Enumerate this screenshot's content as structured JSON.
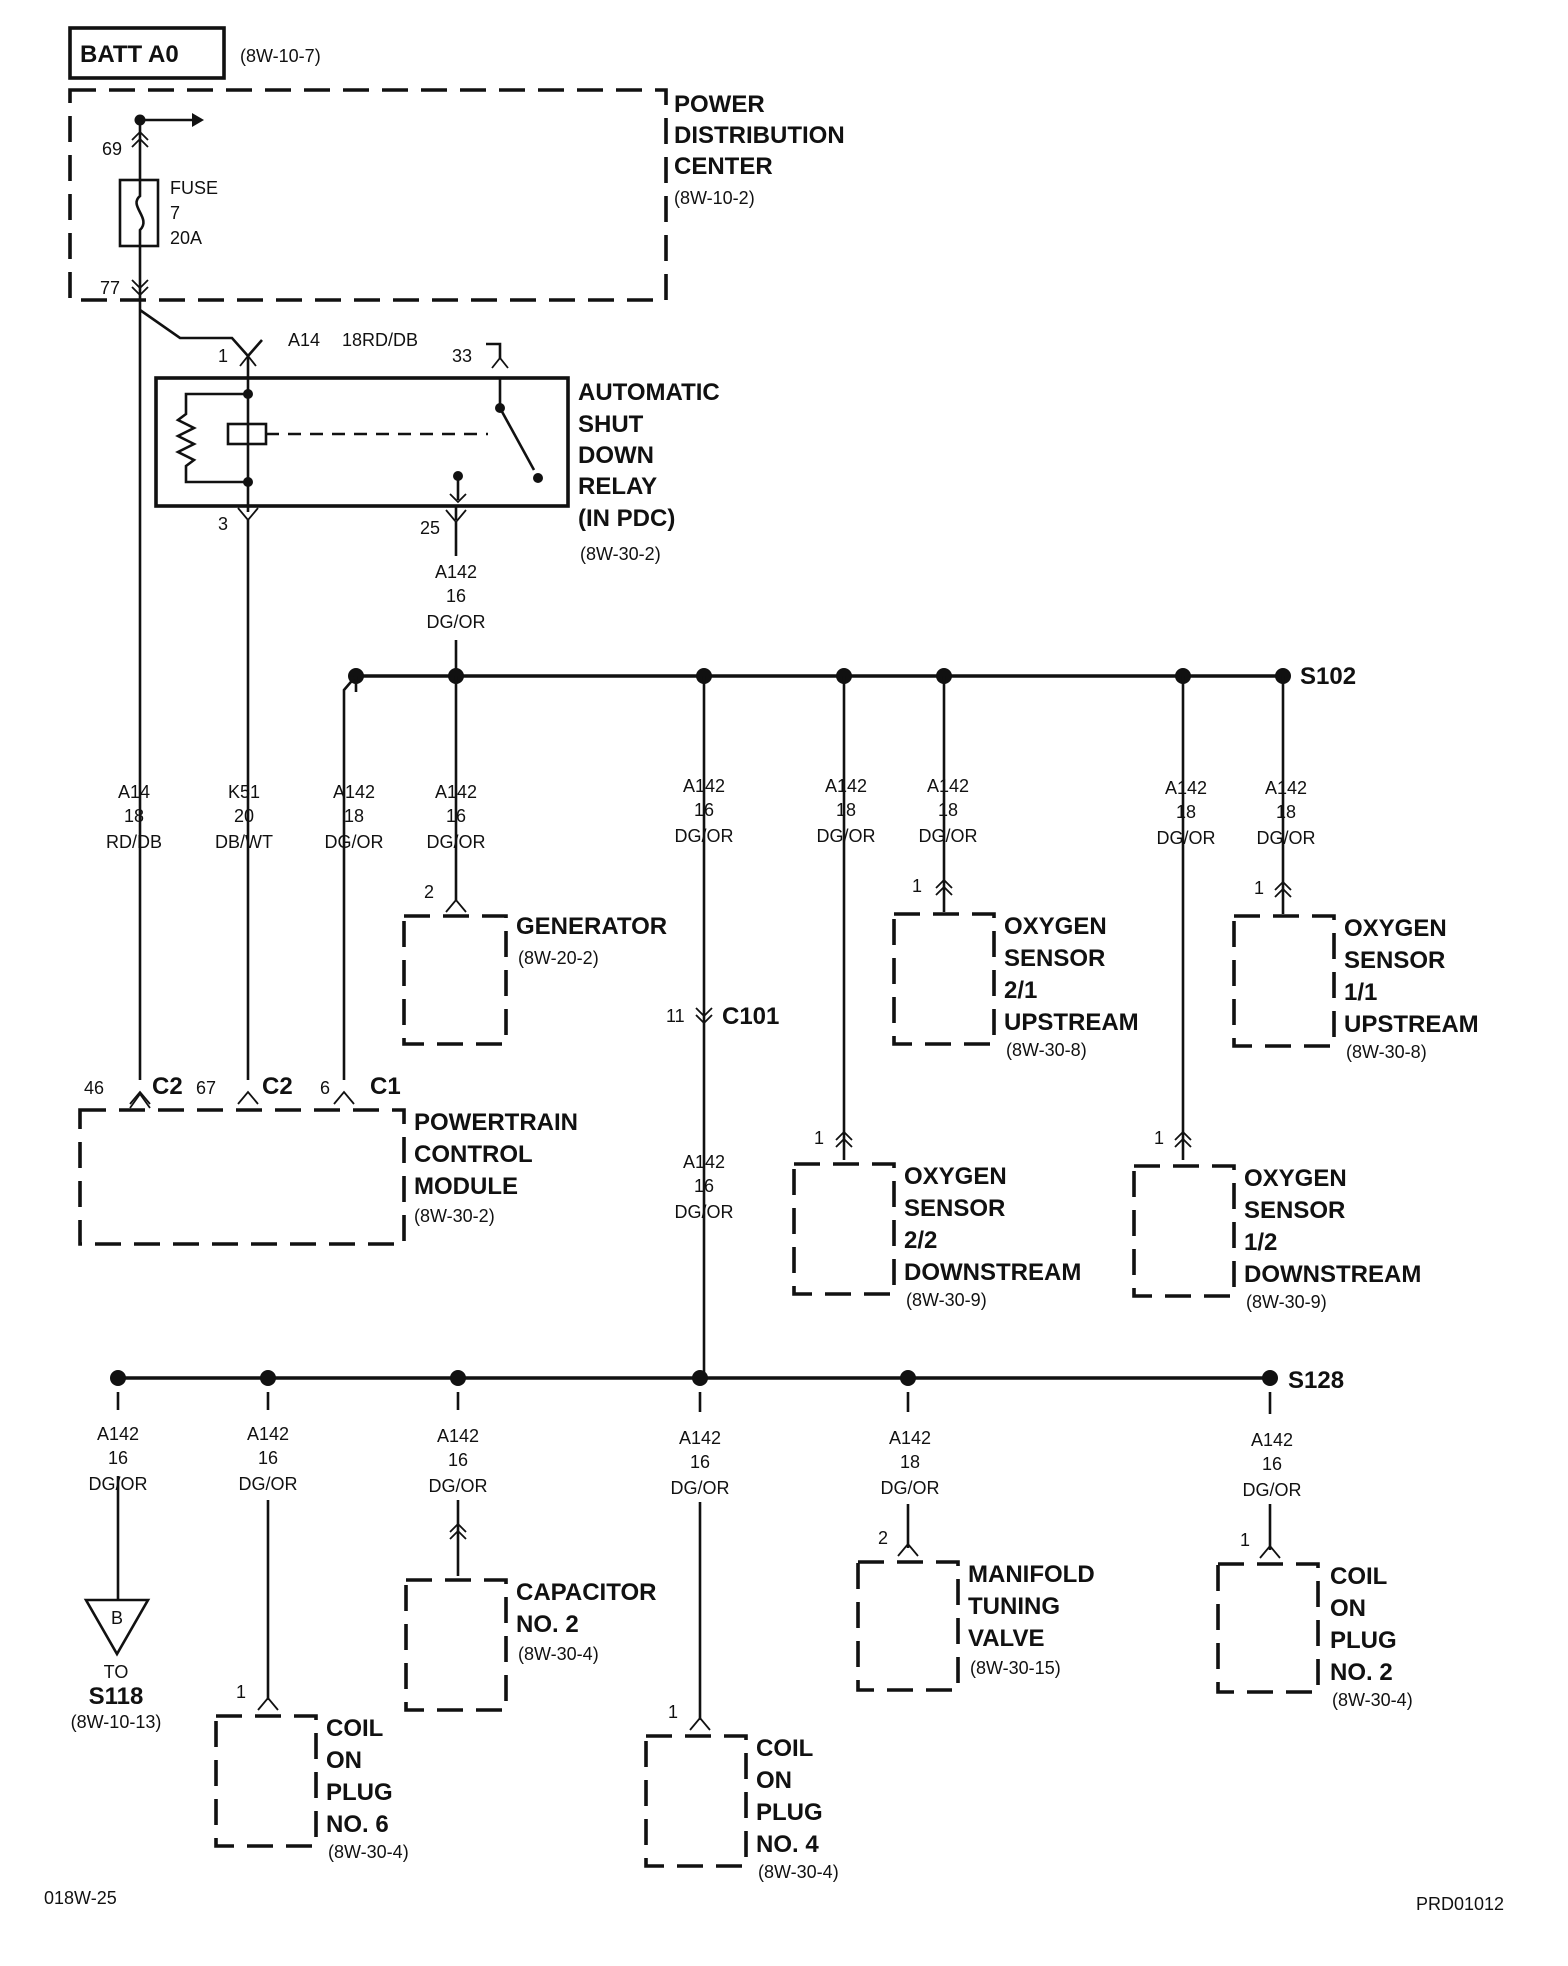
{
  "source": {
    "label": "BATT A0",
    "ref": "(8W-10-7)"
  },
  "pdc": {
    "title": [
      "POWER",
      "DISTRIBUTION",
      "CENTER"
    ],
    "ref": "(8W-10-2)",
    "fuse": [
      "FUSE",
      "7",
      "20A"
    ],
    "pin_in": "69",
    "pin_out": "77"
  },
  "relay": {
    "title": [
      "AUTOMATIC",
      "SHUT",
      "DOWN",
      "RELAY",
      "(IN PDC)"
    ],
    "ref": "(8W-30-2)",
    "pin1": "1",
    "pin3": "3",
    "pin25": "25",
    "pin33": "33",
    "feed_wire": "A14",
    "feed_gauge": "18RD/DB"
  },
  "relay_out_wire": [
    "A142",
    "16",
    "DG/OR"
  ],
  "splices": {
    "s102": "S102",
    "s128": "S128"
  },
  "wires": {
    "a14_pcm": [
      "A14",
      "18",
      "RD/DB"
    ],
    "k51_pcm": [
      "K51",
      "20",
      "DB/WT"
    ],
    "a142_pcm": [
      "A142",
      "18",
      "DG/OR"
    ],
    "a142_gen": [
      "A142",
      "16",
      "DG/OR"
    ],
    "a142_trunk_up": [
      "A142",
      "16",
      "DG/OR"
    ],
    "a142_o2_22": [
      "A142",
      "18",
      "DG/OR"
    ],
    "a142_o2_21": [
      "A142",
      "18",
      "DG/OR"
    ],
    "a142_o2_12": [
      "A142",
      "18",
      "DG/OR"
    ],
    "a142_o2_11": [
      "A142",
      "18",
      "DG/OR"
    ],
    "a142_trunk_low": [
      "A142",
      "16",
      "DG/OR"
    ],
    "b1": [
      "A142",
      "16",
      "DG/OR"
    ],
    "b2": [
      "A142",
      "16",
      "DG/OR"
    ],
    "b3": [
      "A142",
      "16",
      "DG/OR"
    ],
    "b4": [
      "A142",
      "16",
      "DG/OR"
    ],
    "b5": [
      "A142",
      "18",
      "DG/OR"
    ],
    "b6": [
      "A142",
      "16",
      "DG/OR"
    ]
  },
  "connector_c101": {
    "pin": "11",
    "name": "C101"
  },
  "pcm": {
    "title": [
      "POWERTRAIN",
      "CONTROL",
      "MODULE"
    ],
    "ref": "(8W-30-2)",
    "pins": [
      {
        "pin": "46",
        "conn": "C2"
      },
      {
        "pin": "67",
        "conn": "C2"
      },
      {
        "pin": "6",
        "conn": "C1"
      }
    ]
  },
  "generator": {
    "title": [
      "GENERATOR"
    ],
    "ref": "(8W-20-2)",
    "pin": "2"
  },
  "o2_21": {
    "title": [
      "OXYGEN",
      "SENSOR",
      "2/1",
      "UPSTREAM"
    ],
    "ref": "(8W-30-8)",
    "pin": "1"
  },
  "o2_11": {
    "title": [
      "OXYGEN",
      "SENSOR",
      "1/1",
      "UPSTREAM"
    ],
    "ref": "(8W-30-8)",
    "pin": "1"
  },
  "o2_22": {
    "title": [
      "OXYGEN",
      "SENSOR",
      "2/2",
      "DOWNSTREAM"
    ],
    "ref": "(8W-30-9)",
    "pin": "1"
  },
  "o2_12": {
    "title": [
      "OXYGEN",
      "SENSOR",
      "1/2",
      "DOWNSTREAM"
    ],
    "ref": "(8W-30-9)",
    "pin": "1"
  },
  "to_s118": {
    "letter": "B",
    "to": "TO",
    "name": "S118",
    "ref": "(8W-10-13)"
  },
  "coil6": {
    "title": [
      "COIL",
      "ON",
      "PLUG",
      "NO. 6"
    ],
    "ref": "(8W-30-4)",
    "pin": "1"
  },
  "capacitor": {
    "title": [
      "CAPACITOR",
      "NO. 2"
    ],
    "ref": "(8W-30-4)"
  },
  "coil4": {
    "title": [
      "COIL",
      "ON",
      "PLUG",
      "NO. 4"
    ],
    "ref": "(8W-30-4)",
    "pin": "1"
  },
  "mtv": {
    "title": [
      "MANIFOLD",
      "TUNING",
      "VALVE"
    ],
    "ref": "(8W-30-15)",
    "pin": "2"
  },
  "coil2": {
    "title": [
      "COIL",
      "ON",
      "PLUG",
      "NO. 2"
    ],
    "ref": "(8W-30-4)",
    "pin": "1"
  },
  "footer": {
    "left": "018W-25",
    "right": "PRD01012"
  }
}
